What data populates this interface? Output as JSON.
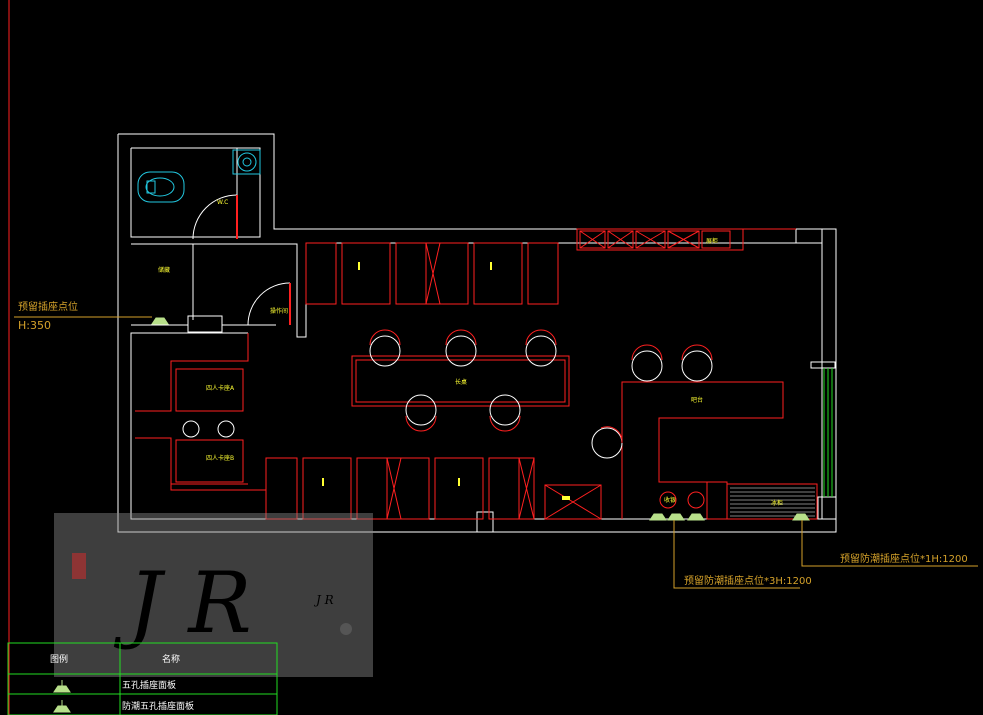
{
  "annotations": {
    "left_socket": {
      "title": "预留插座点位",
      "height": "H:350"
    },
    "right_socket": "预留防潮插座点位*1H:1200",
    "bottom_sockets": "预留防潮插座点位*3H:1200"
  },
  "room_labels": {
    "small_room_upper_label": "W.C",
    "small_room_left_label": "储藏",
    "door_label": "操作间",
    "booth_label_1": "四人卡座A",
    "booth_label_2": "四人卡座B",
    "big_table_label": "长桌",
    "bar_label": "吧台",
    "display_label": "展柜",
    "counter_label": "收银",
    "fridge_label": "冰柜"
  },
  "legend": {
    "col_symbol": "图例",
    "col_name": "名称",
    "rows": [
      {
        "name": "五孔插座面板"
      },
      {
        "name": "防潮五孔插座面板"
      }
    ]
  },
  "watermark": {
    "text": "J R",
    "small_text": "J R",
    "stamp": "印鉴"
  },
  "colors": {
    "background": "#000000",
    "wall": "#ffffff",
    "furniture": "#ff2020",
    "annotation": "#d4a12a",
    "legend_grid": "#22dd22",
    "fixture": "#22c8e0",
    "socket": "#b8e08a"
  }
}
